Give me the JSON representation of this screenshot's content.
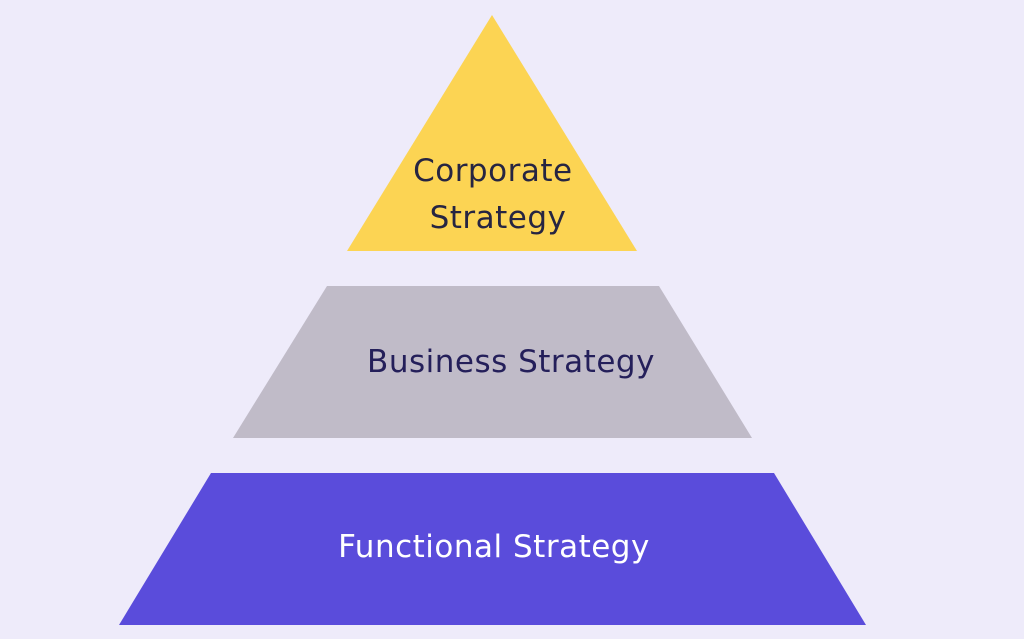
{
  "diagram": {
    "tiers": [
      {
        "lines": [
          "Corporate",
          "Strategy"
        ],
        "color": "#fcd453",
        "text_color": "#262542"
      },
      {
        "lines": [
          "Business Strategy"
        ],
        "color": "#c0bbc8",
        "text_color": "#241f5a"
      },
      {
        "lines": [
          "Functional Strategy"
        ],
        "color": "#5a4cdb",
        "text_color": "#ffffff"
      }
    ]
  }
}
